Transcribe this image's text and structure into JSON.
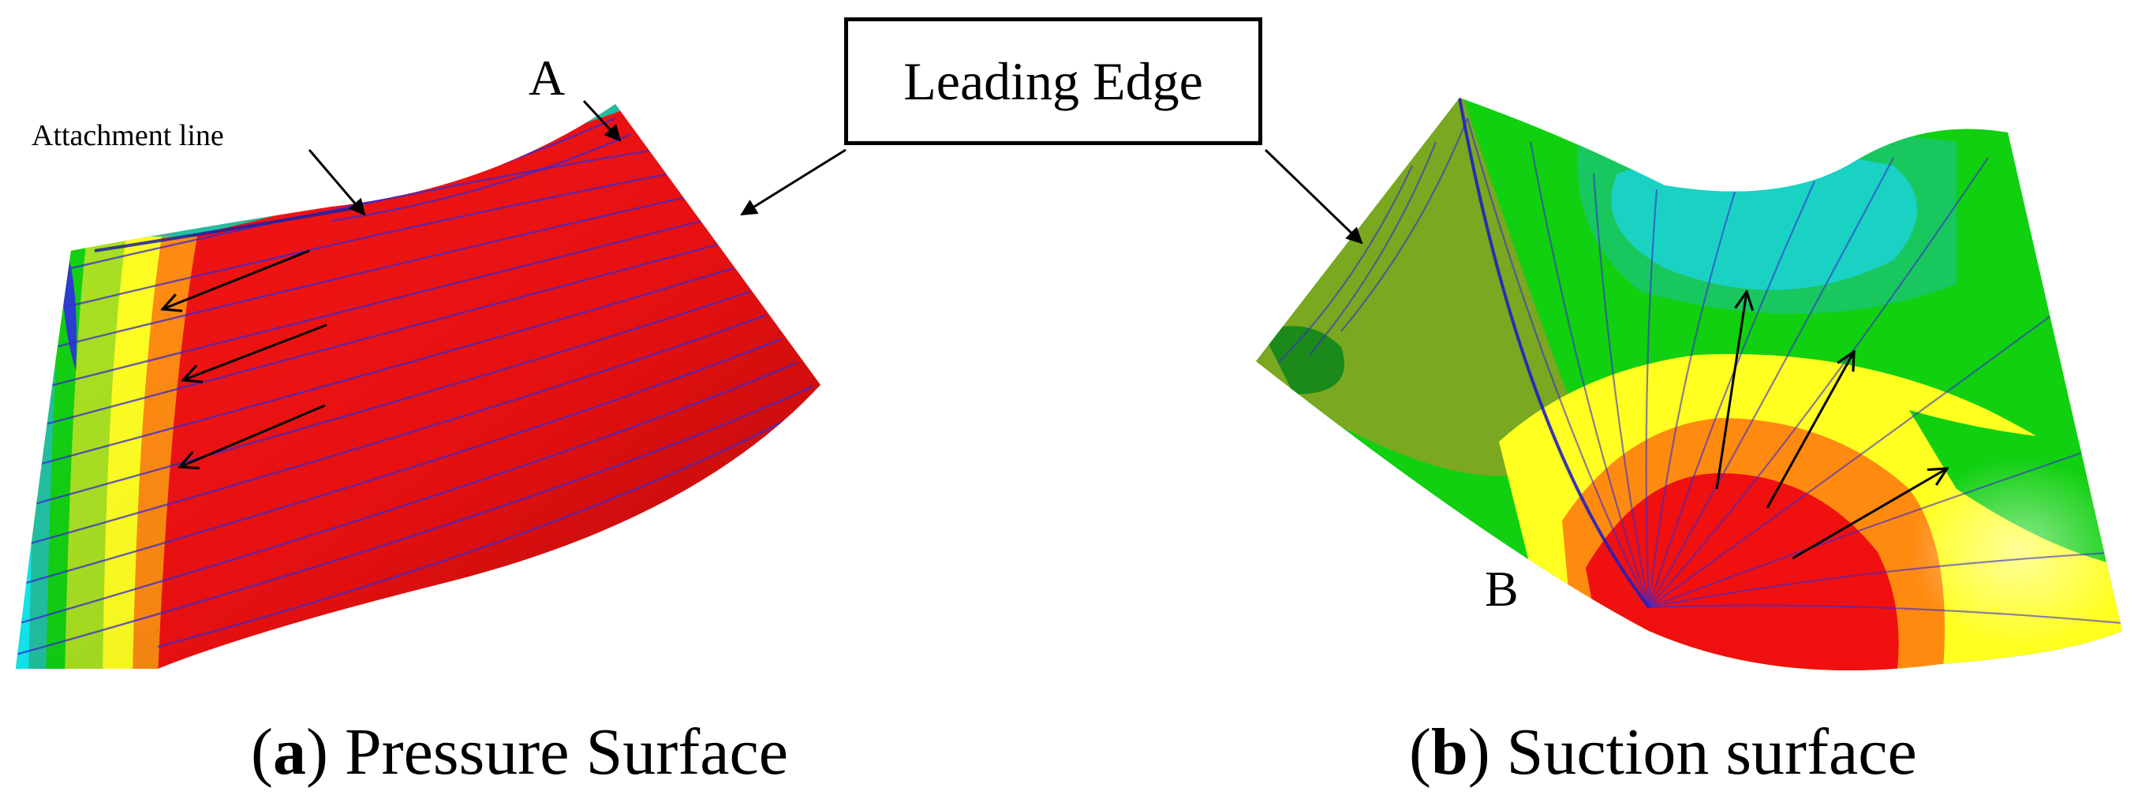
{
  "callout": {
    "leading_edge": "Leading Edge",
    "label_a": "A",
    "label_b": "B",
    "attachment_line": "Attachment line"
  },
  "captions": {
    "a_open": "(",
    "a_letter": "a",
    "a_text": ") Pressure Surface",
    "b_open": "(",
    "b_letter": "b",
    "b_text": ") Suction surface"
  },
  "colors": {
    "red": "#f01010",
    "dark_red": "#b00000",
    "orange": "#ff8a10",
    "yellow": "#ffff20",
    "yellow_green": "#a8e020",
    "green": "#10d010",
    "teal": "#20c0a0",
    "cyan": "#10e8f0",
    "streamline": "#3a2ad0"
  }
}
